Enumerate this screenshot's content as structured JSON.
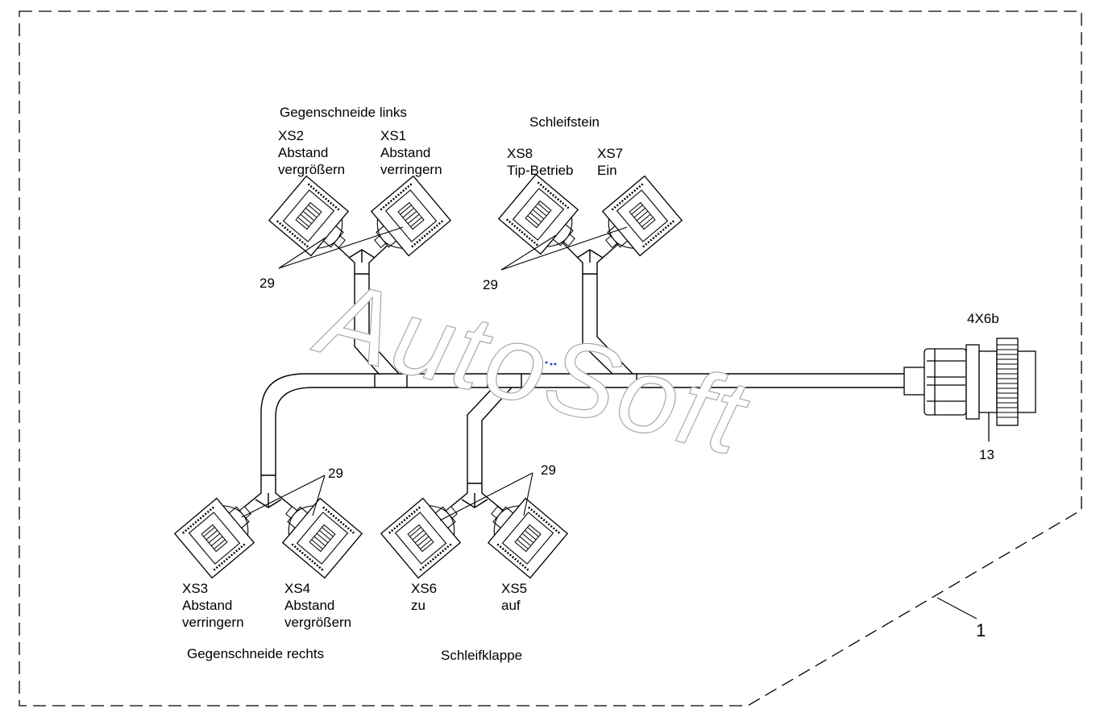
{
  "groups": {
    "gegenschneide_links": "Gegenschneide links",
    "schleifstein": "Schleifstein",
    "gegenschneide_rechts": "Gegenschneide rechts",
    "schleifklappe": "Schleifklappe"
  },
  "connectors": {
    "xs1": {
      "id": "XS1",
      "line1": "Abstand",
      "line2": "verringern"
    },
    "xs2": {
      "id": "XS2",
      "line1": "Abstand",
      "line2": "vergrößern"
    },
    "xs3": {
      "id": "XS3",
      "line1": "Abstand",
      "line2": "verringern"
    },
    "xs4": {
      "id": "XS4",
      "line1": "Abstand",
      "line2": "vergrößern"
    },
    "xs5": {
      "id": "XS5",
      "line1": "auf"
    },
    "xs6": {
      "id": "XS6",
      "line1": "zu"
    },
    "xs7": {
      "id": "XS7",
      "line1": "Ein"
    },
    "xs8": {
      "id": "XS8",
      "line1": "Tip-Betrieb"
    }
  },
  "main_connector": {
    "id": "4X6b",
    "part_no": "13"
  },
  "callouts": {
    "seal_part_no": "29",
    "assembly_no": "1"
  },
  "watermark": "AutoSoft"
}
